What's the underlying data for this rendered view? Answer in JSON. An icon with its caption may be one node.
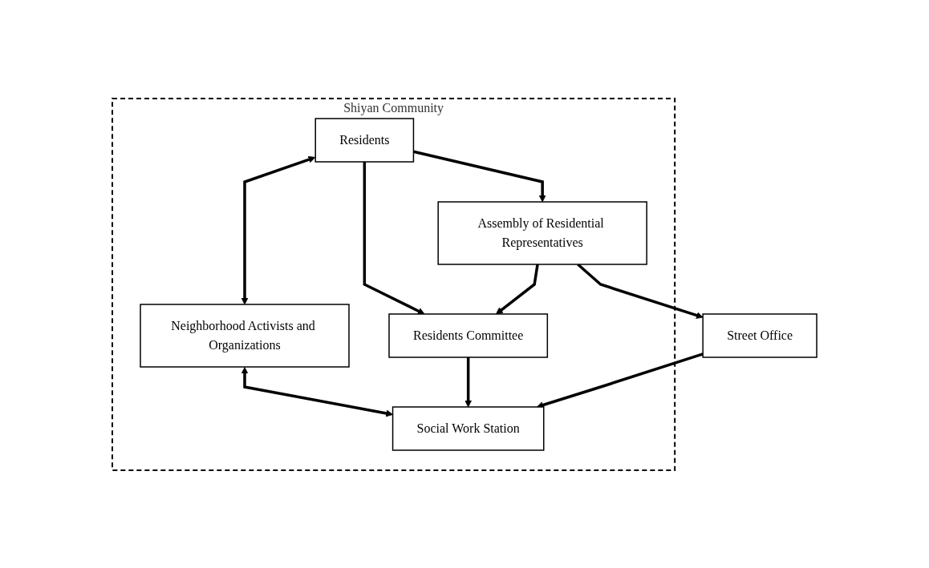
{
  "diagram": {
    "nodes": [
      {
        "text": [
          "Street Office"
        ]
      },
      {
        "text": [
          "Shiyan Community"
        ]
      },
      {
        "text": [
          "Residents"
        ],
        "in": 1
      },
      {
        "text": [
          "Neighborhood Activists and Organizations"
        ],
        "in": 1
      },
      {
        "text": [
          "Social Work Station"
        ],
        "in": 1
      },
      {
        "text": [
          "Residents Committee"
        ],
        "in": 1
      },
      {
        "text": [
          "Assembly of Residential Representatives"
        ],
        "in": 1
      }
    ],
    "edges": [
      {
        "from": 0,
        "to": 4,
        "arrow": "to"
      },
      {
        "from": 2,
        "to": 3,
        "arrow": "both"
      },
      {
        "from": 3,
        "to": 4,
        "arrow": "both"
      },
      {
        "from": 5,
        "to": 4,
        "arrow": "to"
      },
      {
        "from": 6,
        "to": 5,
        "arrow": "to"
      },
      {
        "from": 2,
        "to": 5,
        "arrow": "to"
      },
      {
        "from": 2,
        "to": 6,
        "arrow": "to"
      },
      {
        "from": 6,
        "to": 0,
        "arrow": "to"
      }
    ]
  }
}
